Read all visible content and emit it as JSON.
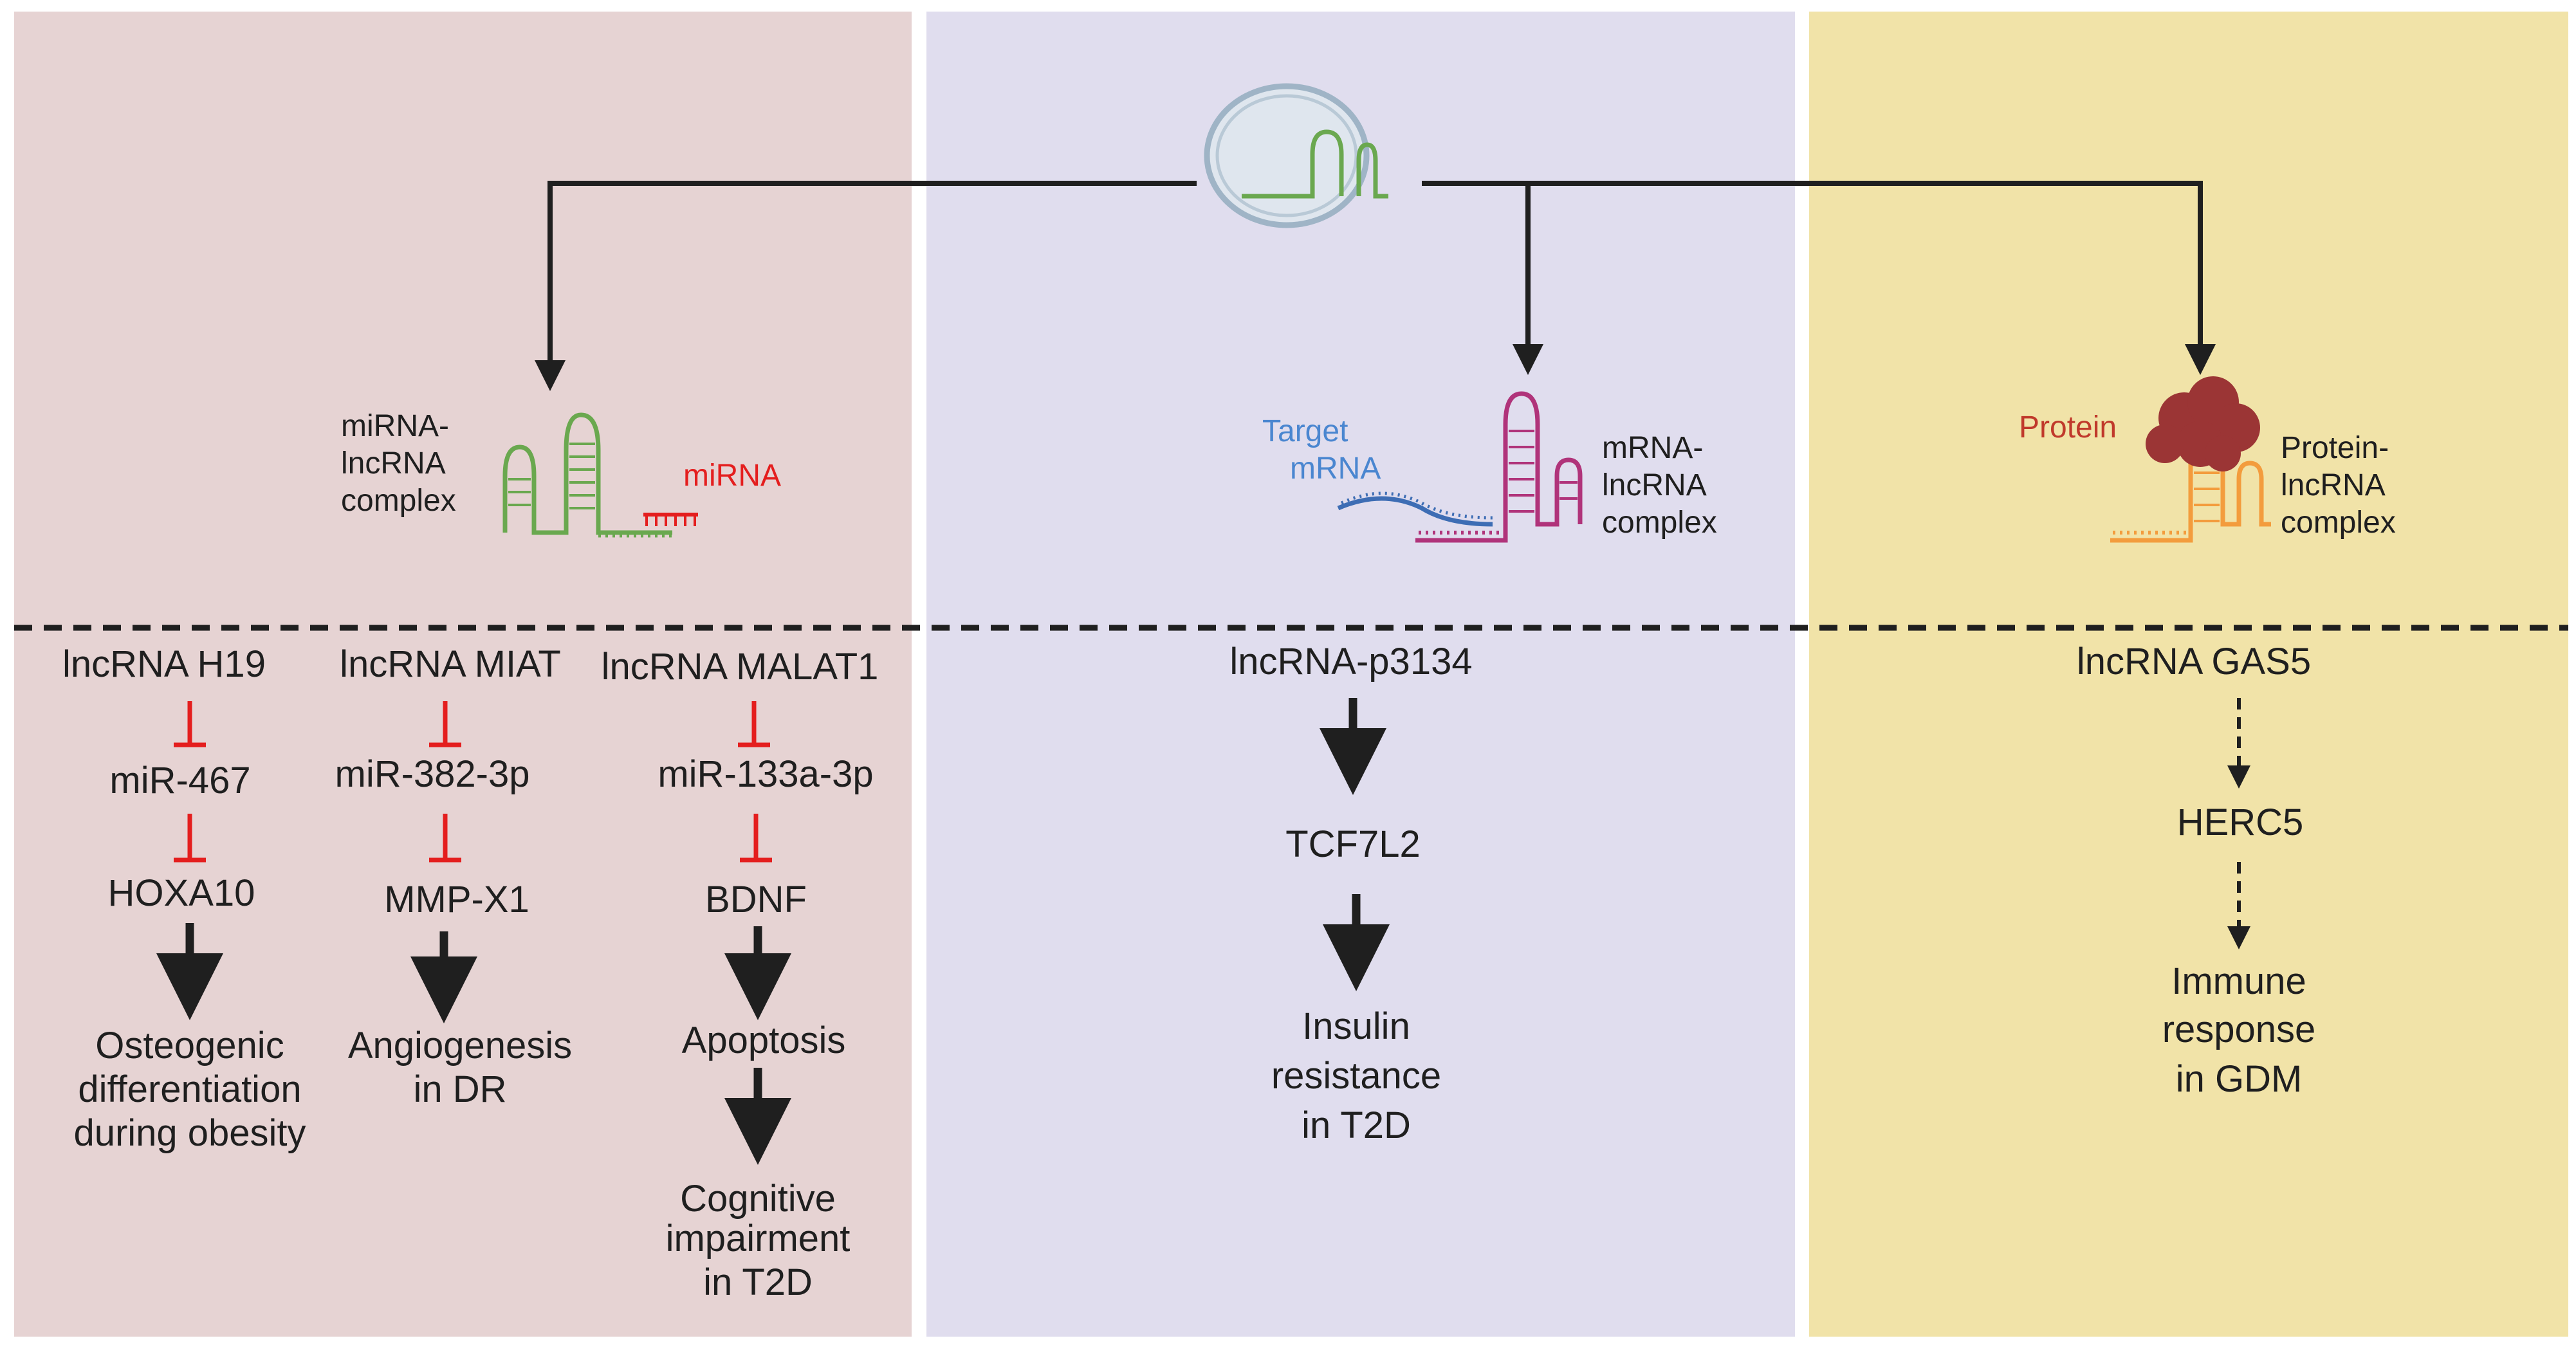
{
  "colors": {
    "panel_left": "#e6d3d3",
    "panel_middle": "#e0ddee",
    "panel_right": "#f1e3a8",
    "inhibit": "#e41e1e",
    "arrow": "#1f1f1f",
    "mirna_text": "#e41e1e",
    "target_mrna_text": "#4a86d0",
    "protein_text": "#c0392b",
    "green_rna": "#6aa84f",
    "magenta_rna": "#b0337a",
    "orange_rna": "#f39c3d",
    "blue_rna": "#3d6db4",
    "protein_blob": "#9b3535"
  },
  "complexes": {
    "mirna_lncrna": {
      "label_lines": [
        "miRNA-",
        "lncRNA",
        "complex"
      ],
      "partner": "miRNA"
    },
    "mrna_lncrna": {
      "label_lines": [
        "mRNA-",
        "lncRNA",
        "complex"
      ],
      "partner_lines": [
        "Target",
        "mRNA"
      ]
    },
    "protein_lncrna": {
      "label_lines": [
        "Protein-",
        "lncRNA",
        "complex"
      ],
      "partner": "Protein"
    }
  },
  "pathways": {
    "h19": {
      "nodes": [
        "lncRNA H19",
        "miR-467",
        "HOXA10"
      ],
      "outcome_lines": [
        "Osteogenic",
        "differentiation",
        "during obesity"
      ]
    },
    "miat": {
      "nodes": [
        "lncRNA MIAT",
        "miR-382-3p",
        "MMP-X1"
      ],
      "outcome_lines": [
        "Angiogenesis",
        "in DR"
      ]
    },
    "malat1": {
      "nodes": [
        "lncRNA MALAT1",
        "miR-133a-3p",
        "BDNF",
        "Apoptosis"
      ],
      "outcome_lines": [
        "Cognitive",
        "impairment",
        "in T2D"
      ]
    },
    "p3134": {
      "nodes": [
        "lncRNA-p3134",
        "TCF7L2"
      ],
      "outcome_lines": [
        "Insulin",
        "resistance",
        "in T2D"
      ]
    },
    "gas5": {
      "nodes": [
        "lncRNA GAS5",
        "HERC5"
      ],
      "outcome_lines": [
        "Immune",
        "response",
        "in GDM"
      ]
    }
  }
}
